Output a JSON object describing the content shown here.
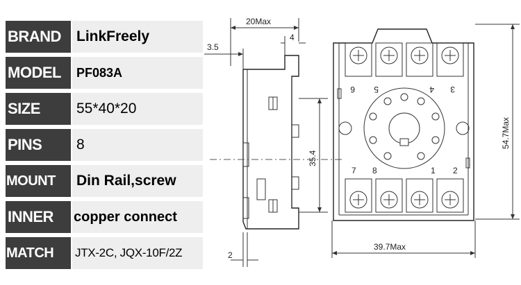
{
  "specs": [
    {
      "label": "BRAND",
      "value": "LinkFreely"
    },
    {
      "label": "MODEL",
      "value": "PF083A"
    },
    {
      "label": "SIZE",
      "value": "55*40*20"
    },
    {
      "label": "PINS",
      "value": "8"
    },
    {
      "label": "MOUNT",
      "value": "Din Rail,screw"
    },
    {
      "label": "INNER",
      "value": "copper connect"
    },
    {
      "label": "MATCH",
      "value": "JTX-2C, JQX-10F/2Z"
    }
  ],
  "drawing": {
    "dims": {
      "depth_max": "20Max",
      "top_step": "4",
      "left_step": "3.5",
      "pin_height": "35.4",
      "bottom_step": "2",
      "width_max": "39.7Max",
      "height_max": "54.7Max"
    },
    "top_pins": [
      "6",
      "5",
      "4",
      "3"
    ],
    "bottom_pins": [
      "7",
      "8",
      "1",
      "2"
    ]
  },
  "colors": {
    "label_bg": "#3d3d3d",
    "value_bg": "#eeeeee"
  }
}
